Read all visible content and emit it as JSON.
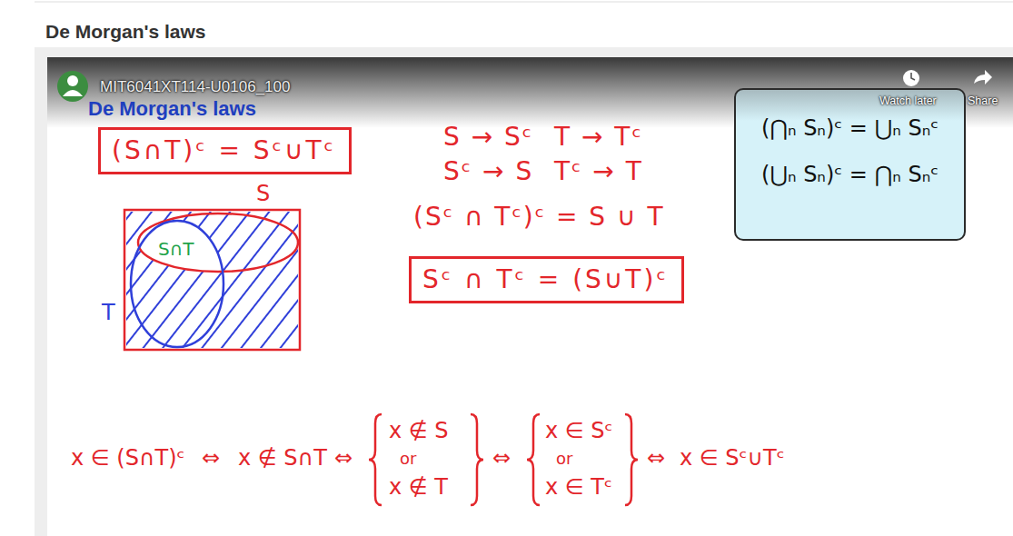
{
  "diagram": {
    "title": "De Morgan's laws",
    "nodes": [
      {
        "text": [
          "(S∩T)ᶜ = Sᶜ∪Tᶜ"
        ]
      },
      {
        "text": [
          "S"
        ]
      },
      {
        "text": [
          "T"
        ]
      },
      {
        "text": [
          "Sᶜ ∩ Tᶜ = (S∪T)ᶜ"
        ]
      },
      {
        "text": [
          "(⋂ₙ Sₙ)ᶜ = ⋃ₙ Sₙᶜ",
          "(⋃ₙ Sₙ)ᶜ = ⋂ₙ Sₙᶜ"
        ]
      }
    ],
    "labels": [
      "MIT6041XT114-U0106_100",
      "Watch later",
      "Share",
      "De Morgan's laws",
      "S∩T",
      "S → Sᶜ",
      "T → Tᶜ",
      "Sᶜ → S",
      "Tᶜ → T",
      "(Sᶜ ∩ Tᶜ)ᶜ = S ∪ T",
      "x ∈ (S∩T)ᶜ",
      "⇔",
      "x ∉ S∩T",
      "⇔",
      "x ∉ S",
      "or",
      "x ∉ T",
      "⇔",
      "x ∈ Sᶜ",
      "or",
      "x ∈ Tᶜ",
      "⇔",
      "x ∈ Sᶜ∪Tᶜ"
    ]
  }
}
